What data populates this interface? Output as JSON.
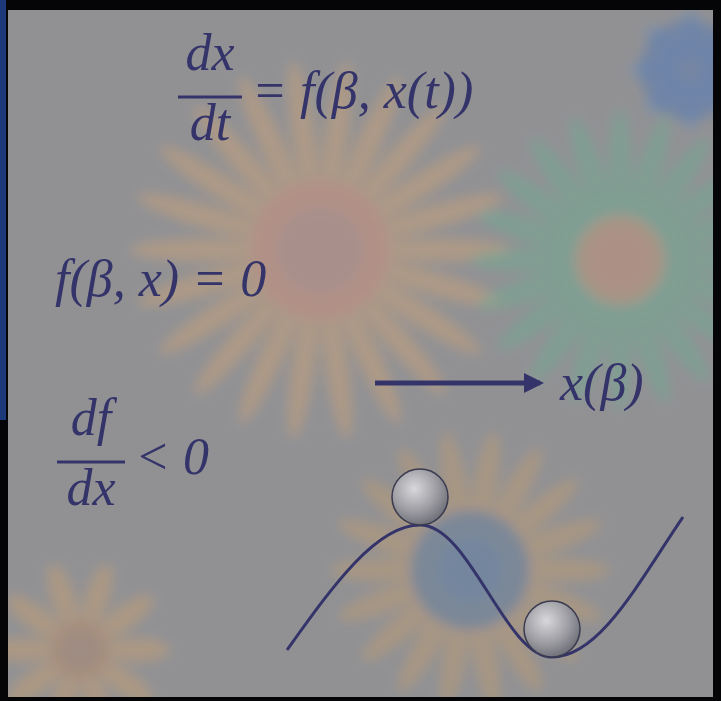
{
  "diagram": {
    "labels": [
      "dx",
      "dt",
      "= f(β, x(t))",
      "f(β, x) = 0",
      "x(β)",
      "df",
      "dx",
      "< 0"
    ]
  }
}
